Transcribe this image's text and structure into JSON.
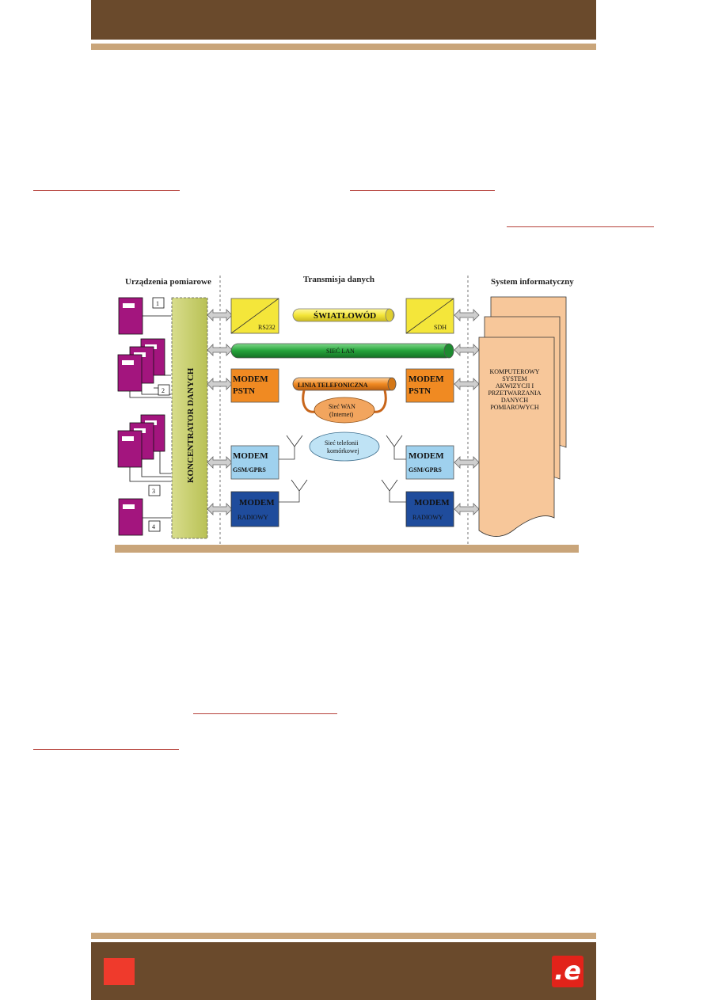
{
  "logo": {
    "glyph": ".e"
  },
  "figure": {
    "headers": {
      "left": "Urządzenia pomiarowe",
      "middle": "Transmisja danych",
      "right": "System informatyczny"
    },
    "concentrator": "KONCENTRATOR DANYCH",
    "device_numbers": [
      "1",
      "2",
      "3",
      "4"
    ],
    "links": {
      "fiber": "ŚWIATŁOWÓD",
      "rs232": "RS232",
      "sdh": "SDH",
      "lan": "SIEĆ LAN",
      "phone_line": "LINIA TELEFONICZNA",
      "wan_line1": "Sieć WAN",
      "wan_line2": "(Internet)",
      "cell_line1": "Sieć telefonii",
      "cell_line2": "komórkowej"
    },
    "modems": {
      "pstn_line1": "MODEM",
      "pstn_line2": "PSTN",
      "gsm_line1": "MODEM",
      "gsm_line2": "GSM/GPRS",
      "radio_line1": "MODEM",
      "radio_line2": "RADIOWY"
    },
    "system_box": [
      "KOMPUTEROWY",
      "SYSTEM",
      "AKWIZYCJI I",
      "PRZETWARZANIA",
      "DANYCH",
      "POMIAROWYCH"
    ]
  },
  "colors": {
    "header_brown": "#6a4a2c",
    "stripe_tan": "#c9a57a",
    "device_magenta": "#a3157e",
    "concentrator_green": "#c8cf6a",
    "converter_yellow": "#f4e63a",
    "lan_green": "#24a33a",
    "modem_orange": "#f08a22",
    "modem_lightblue": "#9fd1ee",
    "modem_darkblue": "#1f4c9c",
    "system_tan": "#f7c79a",
    "cloud_blue": "#bfe3f5",
    "logo_red": "#e2231a"
  }
}
